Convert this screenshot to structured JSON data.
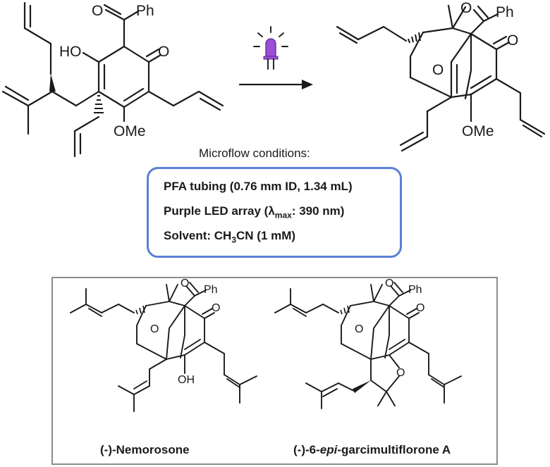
{
  "reaction": {
    "substituent_labels": {
      "benzoyl": "Ph",
      "hydroxyl": "HO",
      "methoxy": "OMe",
      "ketone_o": "O"
    },
    "arrow": "reaction-arrow",
    "light_source": {
      "icon": "purple-led-icon",
      "color": "#9b4fd6"
    }
  },
  "conditions": {
    "heading": "Microflow conditions:",
    "line1": "PFA tubing (0.76 mm ID, 1.34 mL)",
    "line2_prefix": "Purple LED array (",
    "line2_lambda": "λ",
    "line2_sub": "max",
    "line2_suffix": ": 390 nm)",
    "line3_prefix": "Solvent: CH",
    "line3_sub": "3",
    "line3_suffix": "CN (1 mM)",
    "border_color": "#5b7fd8"
  },
  "natural_products": {
    "border_color": "#8c8c8c",
    "left": {
      "name": "(-)-Nemorosone",
      "labels": {
        "benzoyl": "Ph",
        "hydroxyl": "OH",
        "ketone_o": "O"
      }
    },
    "right": {
      "name_prefix": "(-)-6-",
      "name_italic": "epi",
      "name_suffix": "-garcimultiflorone A",
      "labels": {
        "benzoyl": "Ph",
        "ring_o": "O",
        "ketone_o": "O"
      }
    }
  }
}
